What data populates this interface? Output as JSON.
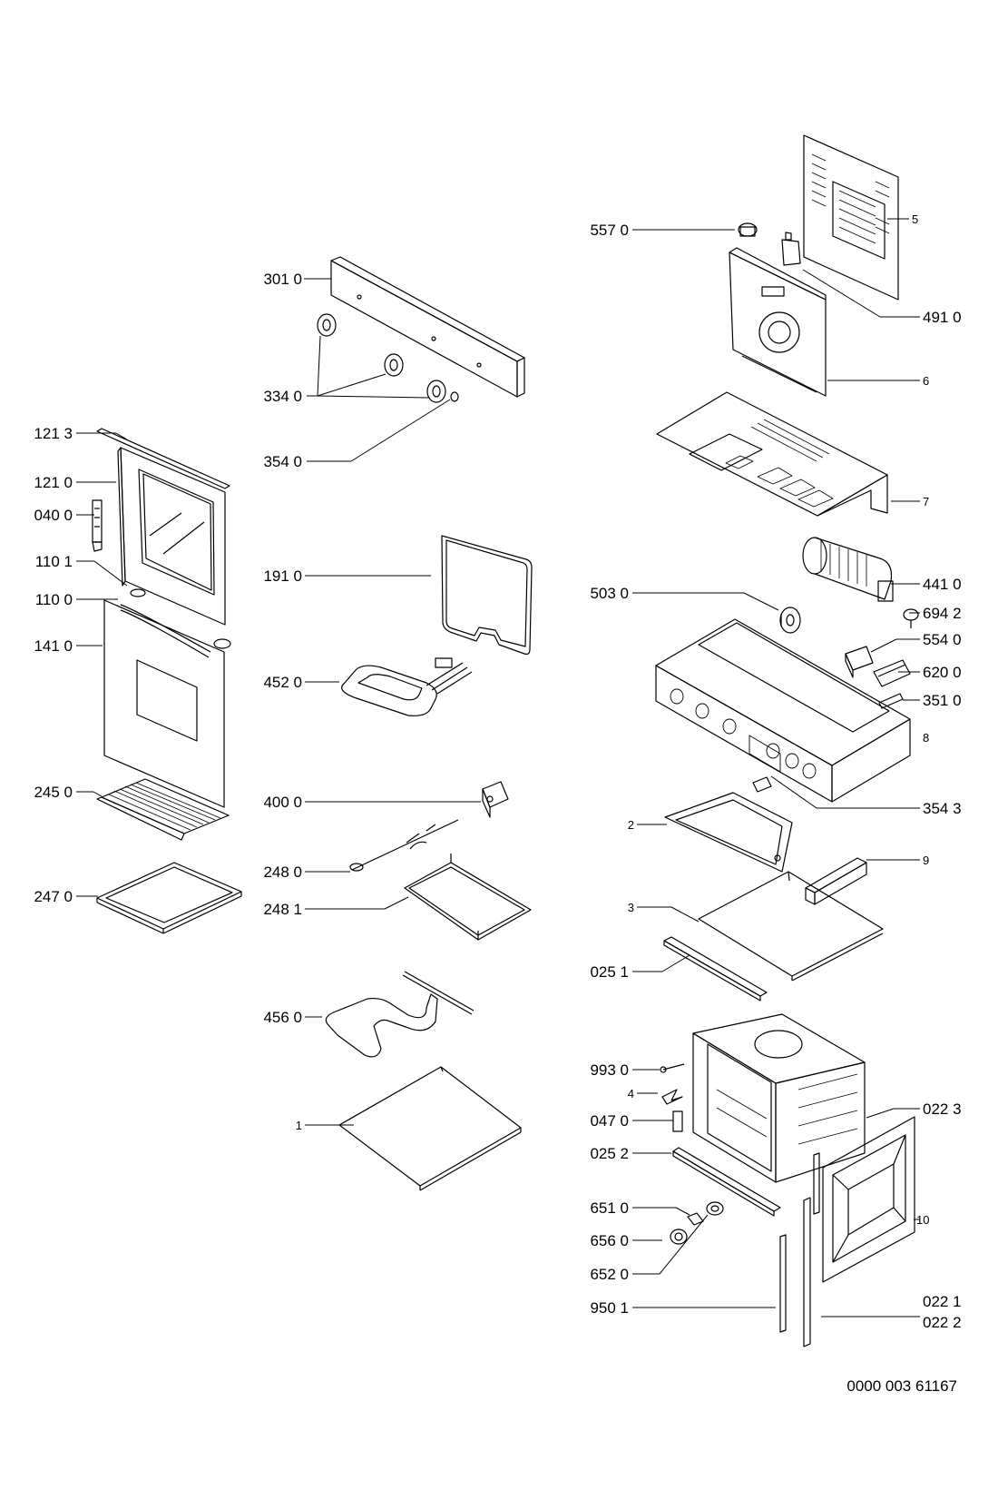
{
  "diagram": {
    "left_column": [
      {
        "id": "l1",
        "code": "121 3"
      },
      {
        "id": "l2",
        "code": "121 0"
      },
      {
        "id": "l3",
        "code": "040 0"
      },
      {
        "id": "l4",
        "code": "110 1"
      },
      {
        "id": "l5",
        "code": "110 0"
      },
      {
        "id": "l6",
        "code": "141 0"
      },
      {
        "id": "l7",
        "code": "245 0"
      },
      {
        "id": "l8",
        "code": "247 0"
      }
    ],
    "middle_column": [
      {
        "id": "m1",
        "code": "301 0"
      },
      {
        "id": "m2",
        "code": "334 0"
      },
      {
        "id": "m3",
        "code": "354 0"
      },
      {
        "id": "m4",
        "code": "191 0"
      },
      {
        "id": "m5",
        "code": "452 0"
      },
      {
        "id": "m6",
        "code": "400 0"
      },
      {
        "id": "m7",
        "code": "248 0"
      },
      {
        "id": "m8",
        "code": "248 1"
      },
      {
        "id": "m9",
        "code": "456 0"
      },
      {
        "id": "m10",
        "code": "1"
      }
    ],
    "right_column": [
      {
        "id": "r1",
        "code": "557 0"
      },
      {
        "id": "r2",
        "code": "5"
      },
      {
        "id": "r3",
        "code": "491 0"
      },
      {
        "id": "r4",
        "code": "6"
      },
      {
        "id": "r5",
        "code": "7"
      },
      {
        "id": "r6",
        "code": "441 0"
      },
      {
        "id": "r7",
        "code": "503 0"
      },
      {
        "id": "r8",
        "code": "694 2"
      },
      {
        "id": "r9",
        "code": "554 0"
      },
      {
        "id": "r10",
        "code": "620 0"
      },
      {
        "id": "r11",
        "code": "351 0"
      },
      {
        "id": "r12",
        "code": "8"
      },
      {
        "id": "r13",
        "code": "354 3"
      },
      {
        "id": "r14",
        "code": "2"
      },
      {
        "id": "r15",
        "code": "9"
      },
      {
        "id": "r16",
        "code": "3"
      },
      {
        "id": "r17",
        "code": "025 1"
      },
      {
        "id": "r18",
        "code": "993 0"
      },
      {
        "id": "r19",
        "code": "4"
      },
      {
        "id": "r20",
        "code": "022 3"
      },
      {
        "id": "r21",
        "code": "047 0"
      },
      {
        "id": "r22",
        "code": "025 2"
      },
      {
        "id": "r23",
        "code": "10"
      },
      {
        "id": "r24",
        "code": "651 0"
      },
      {
        "id": "r25",
        "code": "656 0"
      },
      {
        "id": "r26",
        "code": "652 0"
      },
      {
        "id": "r27",
        "code": "950 1"
      },
      {
        "id": "r28",
        "code": "022 1"
      },
      {
        "id": "r29",
        "code": "022 2"
      }
    ],
    "document_number": "0000 003 61167"
  }
}
